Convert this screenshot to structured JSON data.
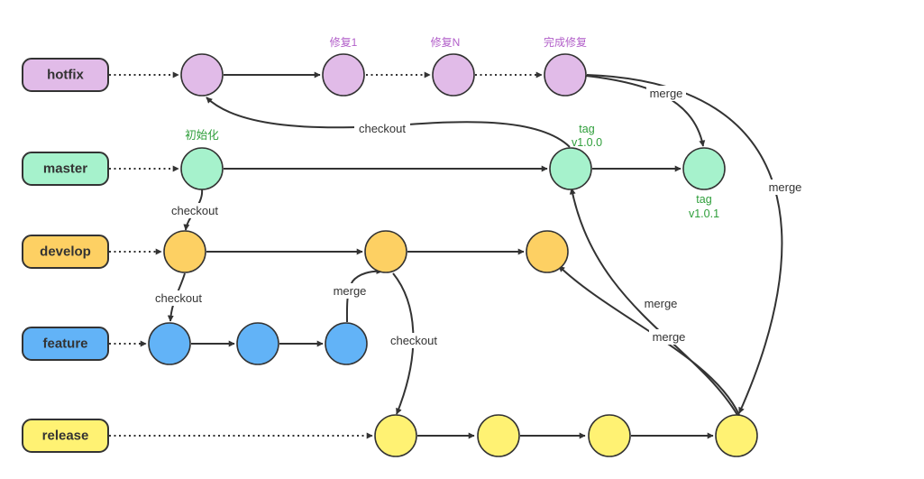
{
  "colors": {
    "hotfix": "#e1bbe8",
    "master": "#a6f2cc",
    "develop": "#fdd063",
    "feature": "#62b3f7",
    "release": "#fff273",
    "line": "#333333"
  },
  "branches": {
    "hotfix": "hotfix",
    "master": "master",
    "develop": "develop",
    "feature": "feature",
    "release": "release"
  },
  "annotations": {
    "hotfix_fix1": "修复1",
    "hotfix_fixN": "修复N",
    "hotfix_done": "完成修复",
    "master_init": "初始化",
    "master_tag1_line1": "tag",
    "master_tag1_line2": "v1.0.0",
    "master_tag2_line1": "tag",
    "master_tag2_line2": "v1.0.1"
  },
  "edge_labels": {
    "checkout_master_to_hotfix": "checkout",
    "checkout_master_to_develop": "checkout",
    "checkout_develop_to_feature": "checkout",
    "checkout_develop_to_release": "checkout",
    "merge_feature_to_develop": "merge",
    "merge_hotfix_to_master": "merge",
    "merge_release_to_hotfix_side": "merge",
    "merge_release_to_master": "merge",
    "merge_release_to_develop": "merge"
  }
}
